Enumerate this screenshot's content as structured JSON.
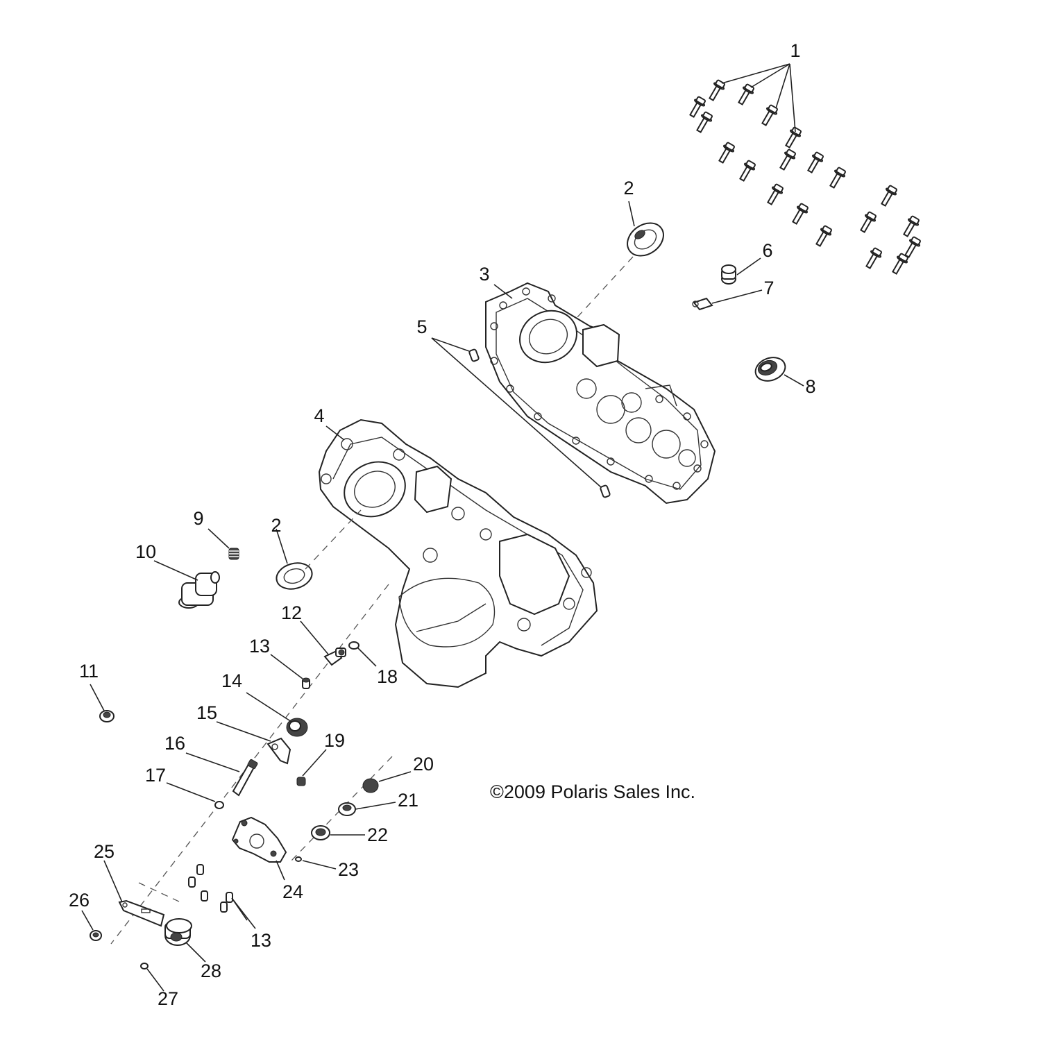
{
  "copyright": "©2009 Polaris Sales Inc.",
  "callouts": {
    "c1": "1",
    "c2a": "2",
    "c2b": "2",
    "c3": "3",
    "c4": "4",
    "c5": "5",
    "c6": "6",
    "c7": "7",
    "c8": "8",
    "c9": "9",
    "c10": "10",
    "c11": "11",
    "c12": "12",
    "c13a": "13",
    "c13b": "13",
    "c14": "14",
    "c15": "15",
    "c16": "16",
    "c17": "17",
    "c18": "18",
    "c19": "19",
    "c20": "20",
    "c21": "21",
    "c22": "22",
    "c23": "23",
    "c24": "24",
    "c25": "25",
    "c26": "26",
    "c27": "27",
    "c28": "28"
  }
}
